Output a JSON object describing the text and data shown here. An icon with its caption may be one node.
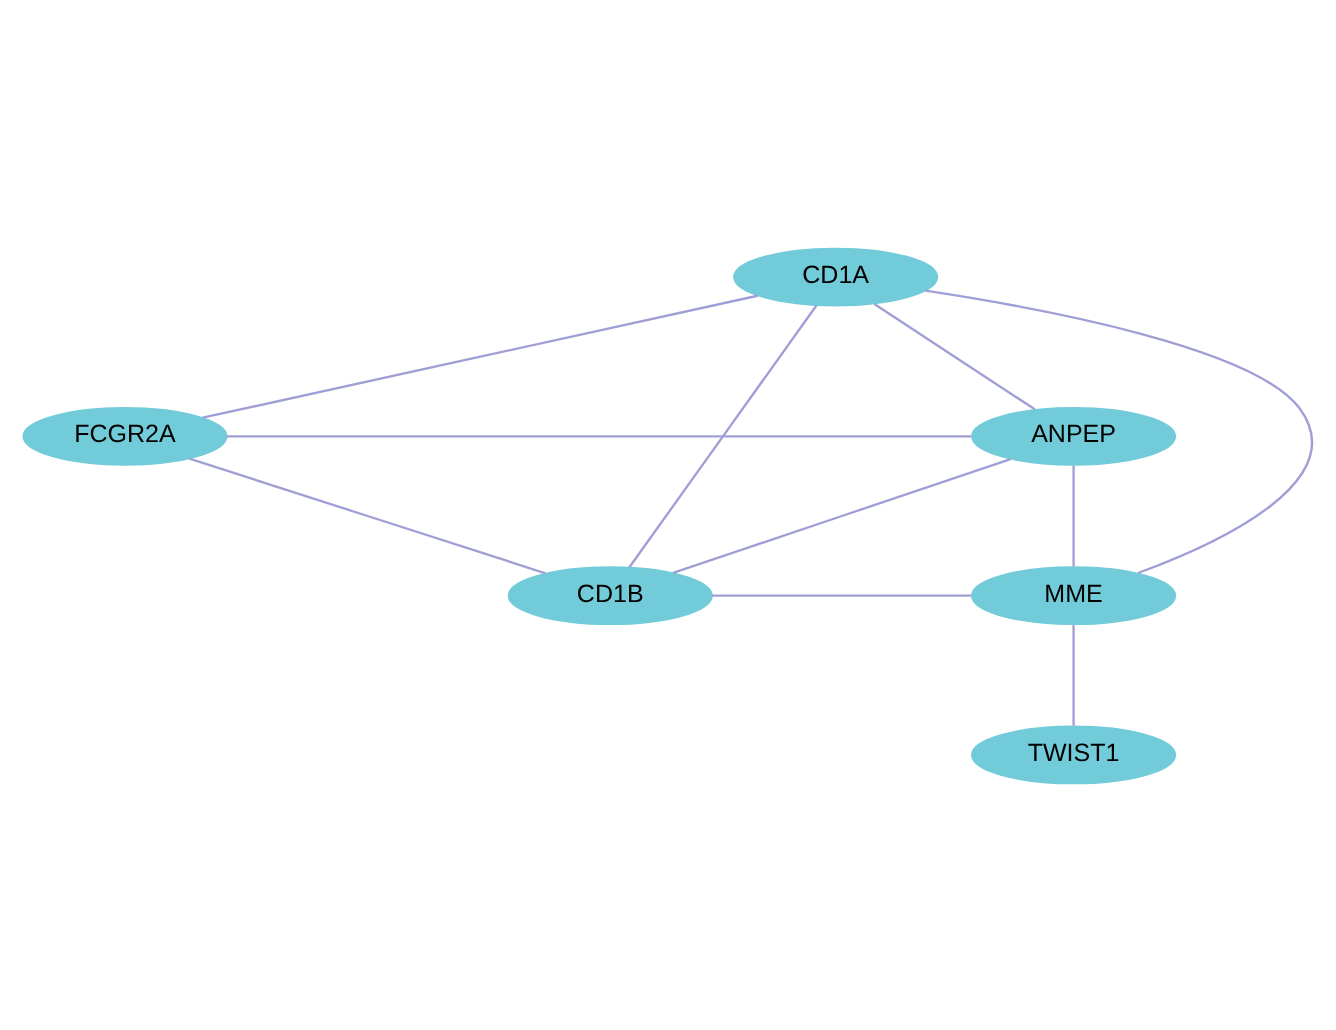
{
  "diagram": {
    "nodes": [
      {
        "text": [
          "CD1A"
        ]
      },
      {
        "text": [
          "FCGR2A"
        ]
      },
      {
        "text": [
          "ANPEP"
        ]
      },
      {
        "text": [
          "CD1B"
        ]
      },
      {
        "text": [
          "MME"
        ]
      },
      {
        "text": [
          "TWIST1"
        ]
      }
    ],
    "edges": [
      {
        "from": 0,
        "to": 1,
        "arrow": "none"
      },
      {
        "from": 0,
        "to": 2,
        "arrow": "none"
      },
      {
        "from": 0,
        "to": 3,
        "arrow": "none"
      },
      {
        "from": 0,
        "to": 4,
        "arrow": "none"
      },
      {
        "from": 1,
        "to": 2,
        "arrow": "none"
      },
      {
        "from": 1,
        "to": 3,
        "arrow": "none"
      },
      {
        "from": 2,
        "to": 3,
        "arrow": "none"
      },
      {
        "from": 2,
        "to": 4,
        "arrow": "none"
      },
      {
        "from": 3,
        "to": 4,
        "arrow": "none"
      },
      {
        "from": 4,
        "to": 5,
        "arrow": "none"
      }
    ]
  }
}
